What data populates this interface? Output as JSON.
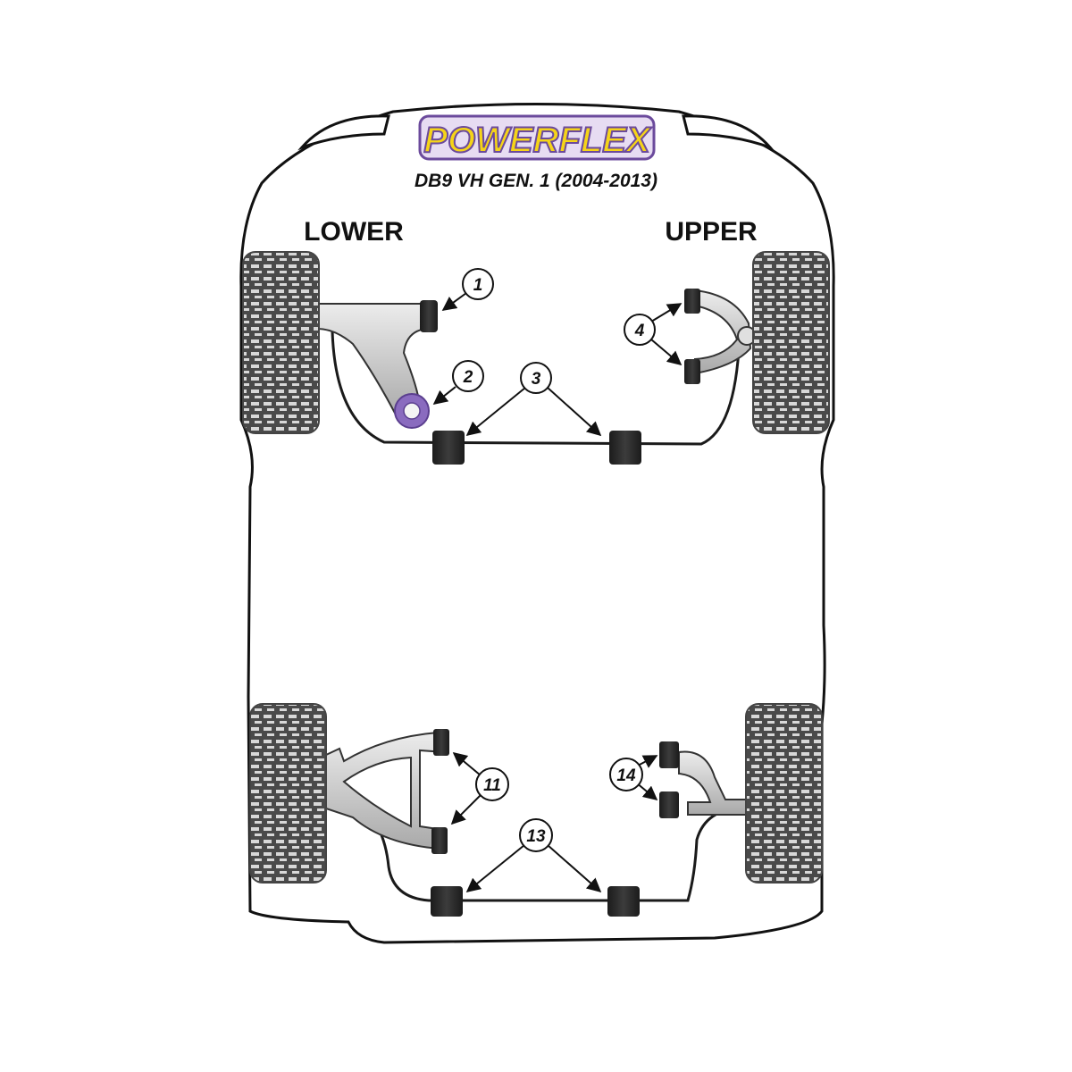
{
  "logo": {
    "text": "POWERFLEX"
  },
  "subtitle": "DB9 VH GEN. 1 (2004-2013)",
  "labels": {
    "lower": "LOWER",
    "upper": "UPPER"
  },
  "callouts": [
    {
      "id": "c1",
      "number": "1"
    },
    {
      "id": "c2",
      "number": "2"
    },
    {
      "id": "c3",
      "number": "3"
    },
    {
      "id": "c4",
      "number": "4"
    },
    {
      "id": "c11",
      "number": "11"
    },
    {
      "id": "c13",
      "number": "13"
    },
    {
      "id": "c14",
      "number": "14"
    }
  ],
  "colors": {
    "logo_fill": "#f5d418",
    "logo_outline": "#6b4a9c",
    "bushing_purple": "#8a6bbf",
    "bushing_dark": "#2a2a2a",
    "arm_gray": "#b8b8b8",
    "outline": "#111111"
  }
}
